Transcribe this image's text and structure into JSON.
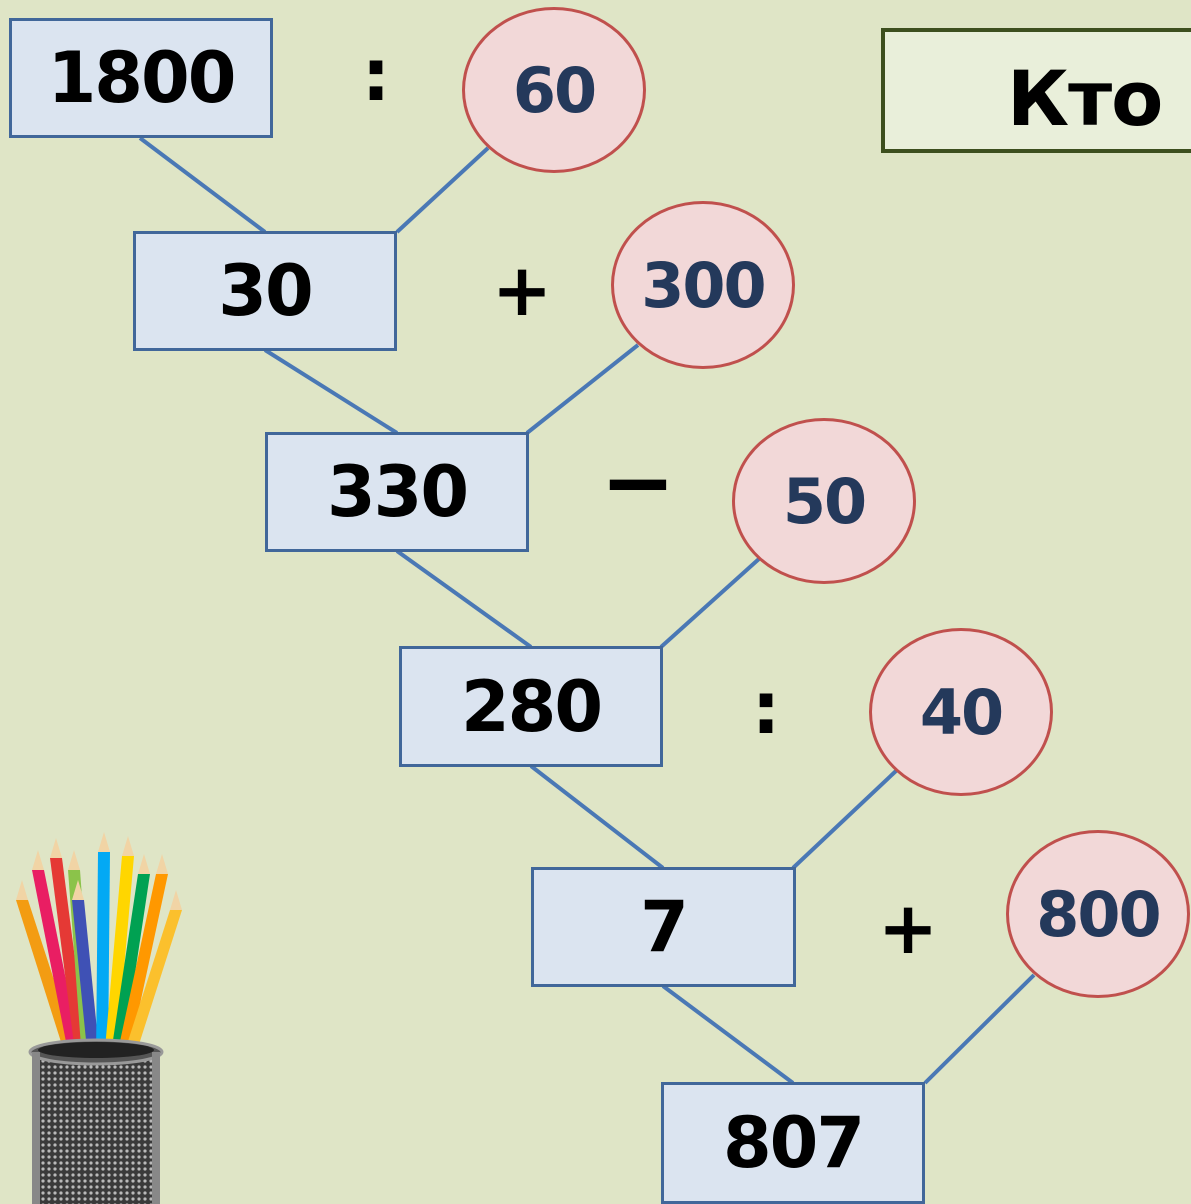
{
  "title": "Кто б",
  "chain": {
    "boxes": [
      "1800",
      "30",
      "330",
      "280",
      "7",
      "807"
    ],
    "operators": [
      ":",
      "+",
      "−",
      ":",
      "+"
    ],
    "operands": [
      "60",
      "300",
      "50",
      "40",
      "800"
    ]
  },
  "colors": {
    "background": "#dfe5c6",
    "box_fill": "#dbe4f0",
    "box_border": "#41679a",
    "circle_fill": "#f2d8d8",
    "circle_border": "#c0504d",
    "circle_text": "#24395b",
    "connector": "#4a78b5"
  },
  "decoration": "pencil-cup-icon"
}
